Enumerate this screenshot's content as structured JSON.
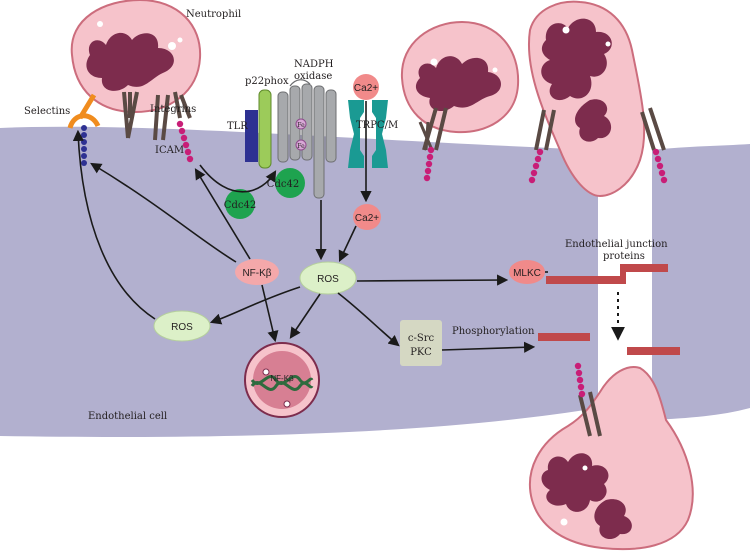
{
  "labels": {
    "neutrophil": "Neutrophil",
    "integrins": "Integrins",
    "selectins": "Selectins",
    "icam": "ICAM",
    "p22phox": "p22phox",
    "nadph_line1": "NADPH",
    "nadph_line2": "oxidase",
    "tlr": "TLR",
    "trpc": "TRPC/M",
    "cdc42_bound": "Cdc42",
    "cdc42_free": "Cdc42",
    "fe1": "Fe",
    "fe2": "Fe",
    "ca_outer": "Ca2+",
    "ca_inner": "Ca2+",
    "ros_center": "ROS",
    "ros_left": "ROS",
    "nfkb": "NF-Kβ",
    "nfkb_nucleus": "NF-Kβ",
    "mlkc": "MLKC",
    "csrc": "c-Src",
    "pkc": "PKC",
    "phosphorylation": "Phosphorylation",
    "junction_line1": "Endothelial junction",
    "junction_line2": "proteins",
    "endothelial_cell": "Endothelial cell"
  },
  "colors": {
    "endothelium": "#b2b0cf",
    "neutrophil_cytoplasm": "#f6c3cb",
    "nucleus_lobes": "#7d2c4d",
    "receptor": "#5a4a44",
    "icam_beads": "#c81e77",
    "selectin": "#f08c1e",
    "tlr": "#2e3192",
    "p22phox": "#9ccb5a",
    "nadph": "#a7a9ac",
    "cdc42": "#1ea34f",
    "trpc": "#1a9a93",
    "ca": "#f18a8a",
    "ros": "#dcf0c8",
    "nfkb": "#f4a8aa",
    "mlkc": "#f08a8a",
    "kinase_box": "#d5d8c3",
    "junction": "#c0494b",
    "arrow": "#1a1a1a"
  }
}
